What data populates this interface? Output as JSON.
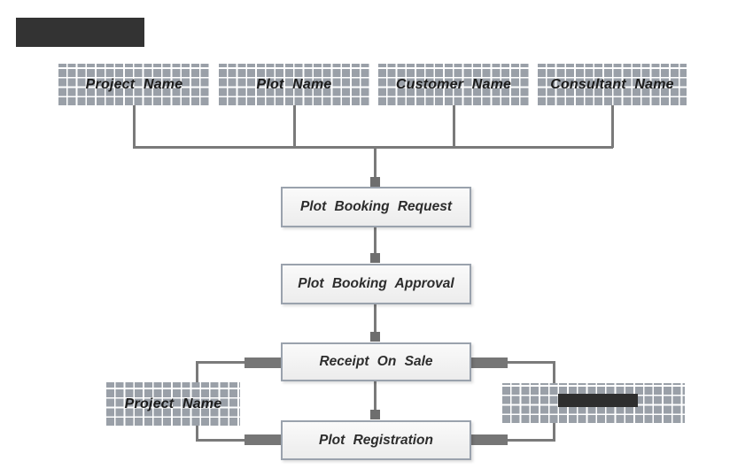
{
  "diagram": {
    "header_block": {
      "type": "redacted",
      "color": "#333333"
    },
    "top_fields": [
      {
        "label": "Project Name"
      },
      {
        "label": "Plot Name"
      },
      {
        "label": "Customer Name"
      },
      {
        "label": "Consultant Name"
      }
    ],
    "flow_steps": [
      {
        "label": "Plot Booking Request"
      },
      {
        "label": "Plot Booking Approval"
      },
      {
        "label": "Receipt On Sale"
      },
      {
        "label": "Plot Registration"
      }
    ],
    "side_fields": {
      "left": {
        "label": "Project Name"
      },
      "right": {
        "label": "",
        "redacted": true,
        "redaction_color": "#2e2e2e"
      }
    },
    "colors": {
      "grid_tile": "#9aa0a8",
      "grid_gap": "#ffffff",
      "connector": "#7a7a7a",
      "connector_node": "#6e6e6e",
      "flow_box_border": "#9aa2ad",
      "flow_box_fill": "#f5f5f5",
      "text": "#222222"
    }
  }
}
